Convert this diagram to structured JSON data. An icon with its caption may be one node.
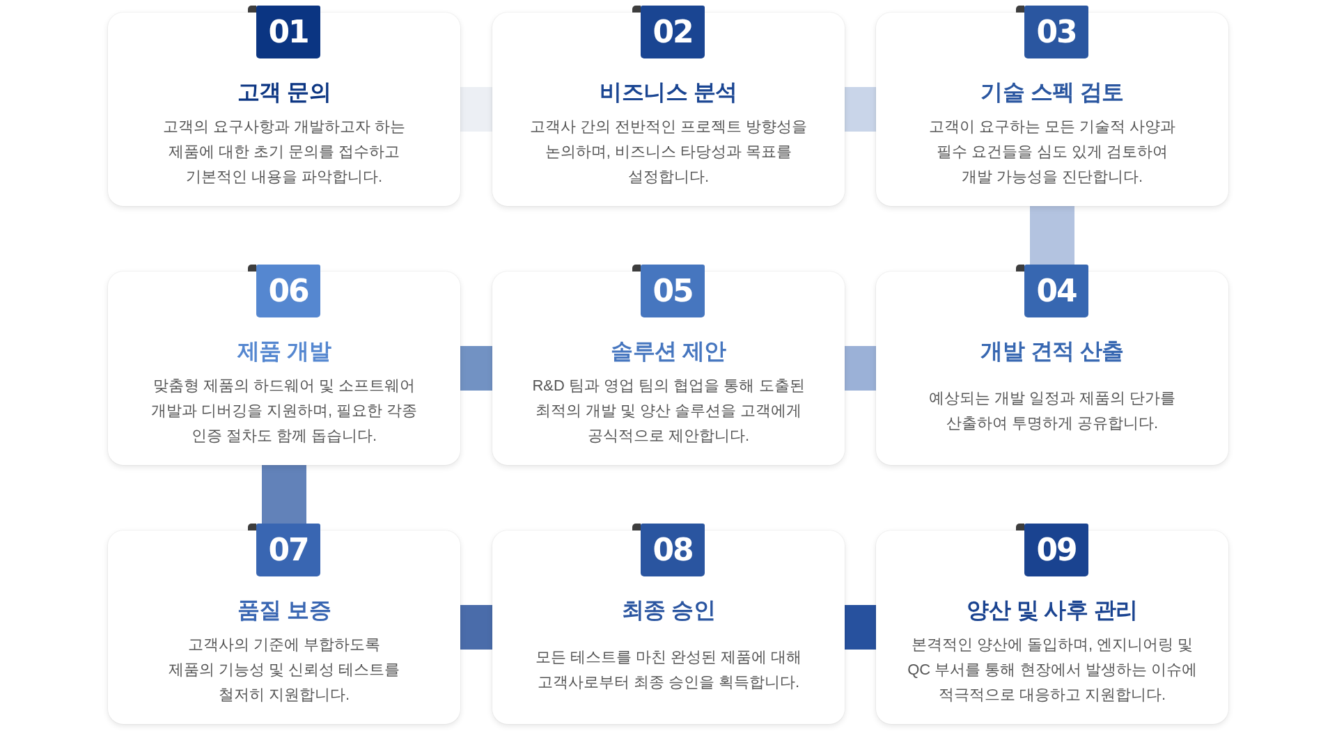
{
  "diagram": {
    "nodes": [
      {
        "text": [
          "01",
          "고객 문의",
          "고객의 요구사항과 개발하고자 하는 제품에 대한 초기 문의를 접수하고 기본적인 내용을 파악합니다."
        ]
      },
      {
        "text": [
          "02",
          "비즈니스 분석",
          "고객사 간의 전반적인 프로젝트 방향성을 논의하며, 비즈니스 타당성과 목표를 설정합니다."
        ]
      },
      {
        "text": [
          "03",
          "기술 스펙 검토",
          "고객이 요구하는 모든 기술적 사양과 필수 요건들을 심도 있게 검토하여 개발 가능성을 진단합니다."
        ]
      },
      {
        "text": [
          "04",
          "개발 견적 산출",
          "예상되는 개발 일정과 제품의 단가를 산출하여 투명하게 공유합니다."
        ]
      },
      {
        "text": [
          "05",
          "솔루션 제안",
          "R&D 팀과 영업 팀의 협업을 통해 도출된 최적의 개발 및 양산 솔루션을 고객에게 공식적으로 제안합니다."
        ]
      },
      {
        "text": [
          "06",
          "제품 개발",
          "맞춤형 제품의 하드웨어 및 소프트웨어 개발과 디버깅을 지원하며, 필요한 각종 인증 절차도 함께 돕습니다."
        ]
      },
      {
        "text": [
          "07",
          "품질 보증",
          "고객사의 기준에 부합하도록 제품의 기능성 및 신뢰성 테스트를 철저히 지원합니다."
        ]
      },
      {
        "text": [
          "08",
          "최종 승인",
          "모든 테스트를 마친 완성된 제품에 대해 고객사로부터 최종 승인을 획득합니다."
        ]
      },
      {
        "text": [
          "09",
          "양산 및 사후 관리",
          "본격적인 양산에 돌입하며, 엔지니어링 및 QC 부서를 통해 현장에서 발생하는 이슈에 적극적으로 대응하고 지원합니다."
        ]
      }
    ],
    "edges": [
      {
        "from": 0,
        "to": 1,
        "arrow": "none",
        "color": "#eceff4"
      },
      {
        "from": 1,
        "to": 2,
        "arrow": "none",
        "color": "#c9d5e9"
      },
      {
        "from": 2,
        "to": 3,
        "arrow": "none",
        "color": "#b3c3e0"
      },
      {
        "from": 3,
        "to": 4,
        "arrow": "none",
        "color": "#9bb1d7"
      },
      {
        "from": 4,
        "to": 5,
        "arrow": "none",
        "color": "#7292c3"
      },
      {
        "from": 5,
        "to": 6,
        "arrow": "none",
        "color": "#6282b9"
      },
      {
        "from": 6,
        "to": 7,
        "arrow": "none",
        "color": "#4a6caa"
      },
      {
        "from": 7,
        "to": 8,
        "arrow": "none",
        "color": "#27519e"
      }
    ]
  }
}
